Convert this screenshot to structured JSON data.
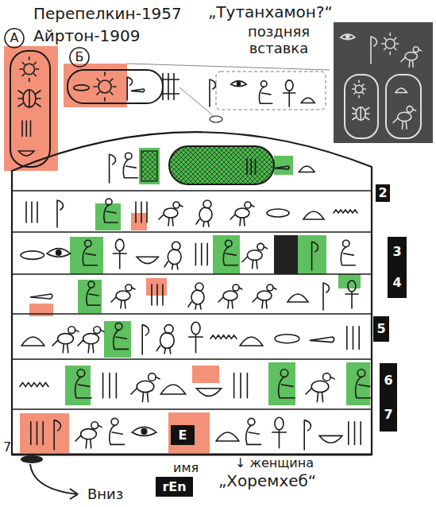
{
  "diagram": {
    "nodes": [
      {
        "text": [
          "2"
        ]
      },
      {
        "text": [
          "3",
          "4"
        ]
      },
      {
        "text": [
          "5"
        ]
      },
      {
        "text": [
          "6",
          "7"
        ]
      },
      {
        "text": [
          "E"
        ]
      },
      {
        "text": [
          "rEn"
        ]
      }
    ],
    "labels": [
      "А",
      "Перепелкин-1957",
      "Айртон-1909",
      "„Тутанхамон?“",
      "поздняя вставка",
      "Б",
      "7",
      "имя",
      "↓ женщина",
      "„Хоремхеб“",
      "Вниз"
    ]
  }
}
